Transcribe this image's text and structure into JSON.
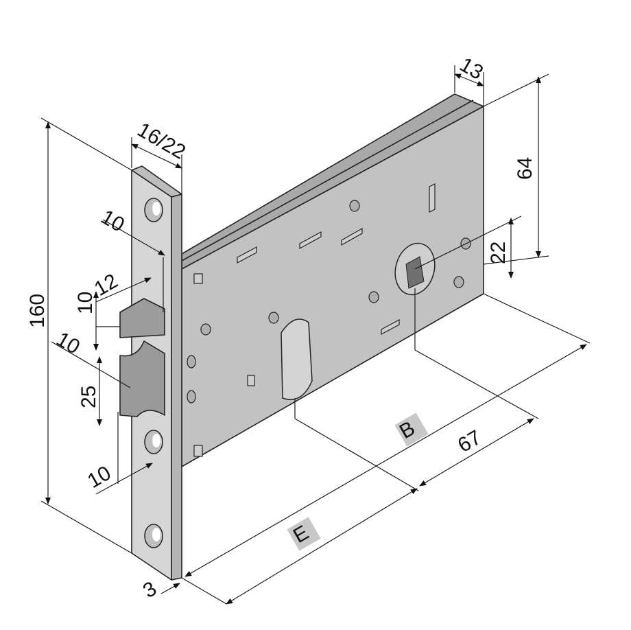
{
  "title": "Mortise lock dimension drawing",
  "colors": {
    "faceplate": "#d6d6d6",
    "faceplate_side": "#bdbdbd",
    "body": "#c2c2c2",
    "body_top": "#a9a9a9",
    "latch": "#9d9d9d",
    "label_box": "#c8c8c8"
  },
  "dimensions": {
    "case_depth": "13",
    "faceplate_width": "16/22",
    "height_top": "64",
    "spindle_offset": "22",
    "faceplate_height": "160",
    "latch_offset": "10",
    "latch_projection": "12",
    "latch_height": "10",
    "gap": "10",
    "bolt_height": "25",
    "bolt_offset": "10",
    "backset": "B",
    "center_distance": "67",
    "backset_e": "E",
    "faceplate_thickness": "3"
  }
}
